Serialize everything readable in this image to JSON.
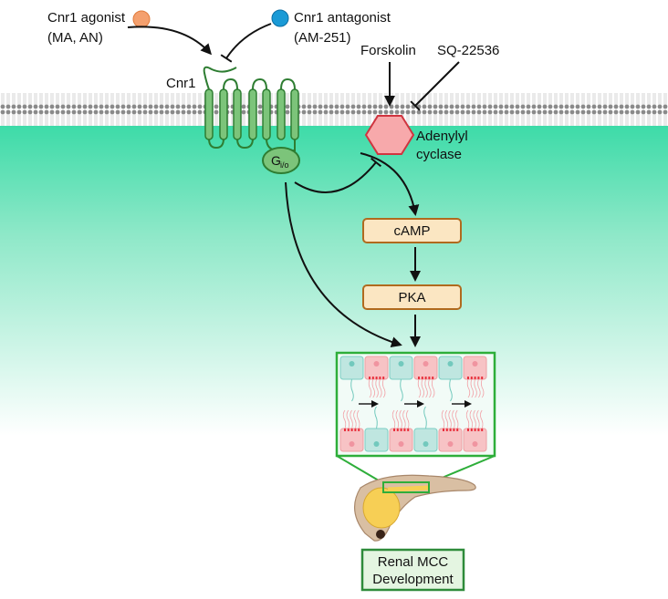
{
  "labels": {
    "agonist_line1": "Cnr1 agonist",
    "agonist_line2": "(MA, AN)",
    "antagonist_line1": "Cnr1 antagonist",
    "antagonist_line2": "(AM-251)",
    "receptor": "Cnr1",
    "g_protein_main": "G",
    "g_protein_sub": "i/o",
    "forskolin": "Forskolin",
    "sq": "SQ-22536",
    "ac_line1": "Adenylyl",
    "ac_line2": "cyclase",
    "camp": "cAMP",
    "pka": "PKA",
    "outcome_line1": "Renal MCC",
    "outcome_line2": "Development"
  },
  "colors": {
    "agonist": "#f4a06e",
    "antagonist": "#1a9ad6",
    "receptor": "#7cc47a",
    "receptor_stroke": "#2e7d32",
    "adenylyl_cyclase": "#f7a9ab",
    "ac_stroke": "#d0343f",
    "box_fill": "#fbe6c2",
    "box_stroke": "#b06a1e",
    "cytoplasm": "#3ddba8",
    "panel_stroke": "#2eae3a"
  }
}
